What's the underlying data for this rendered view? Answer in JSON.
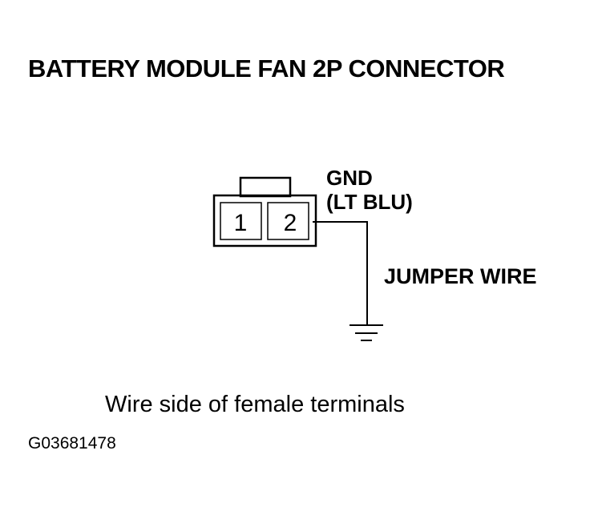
{
  "title": "BATTERY MODULE FAN 2P CONNECTOR",
  "connector": {
    "pins": [
      "1",
      "2"
    ]
  },
  "pin_label": {
    "line1": "GND",
    "line2": "(LT BLU)"
  },
  "wire_label": "JUMPER WIRE",
  "caption": "Wire side of female terminals",
  "figure_code": "G03681478"
}
